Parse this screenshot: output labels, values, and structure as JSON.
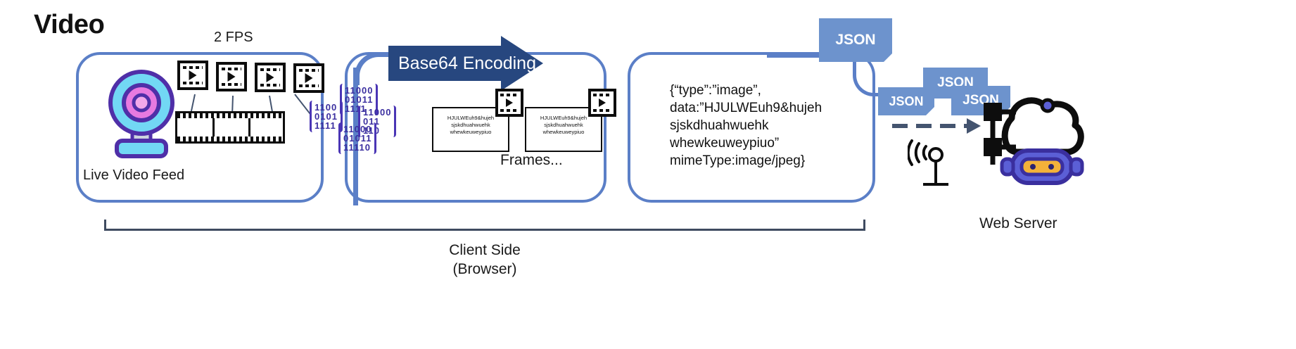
{
  "title": "Video",
  "capture": {
    "fps_label": "2 FPS",
    "feed_caption": "Live Video Feed",
    "webcam_icon": "webcam-icon",
    "thumbnails": [
      {
        "icon": "video-frame-icon"
      },
      {
        "icon": "video-frame-icon"
      },
      {
        "icon": "video-frame-icon"
      },
      {
        "icon": "video-frame-icon"
      }
    ],
    "filmstrip_icon": "filmstrip-icon"
  },
  "binary": {
    "clusters": [
      {
        "id": "bin-a",
        "lines": [
          "1100",
          "0101",
          "1111"
        ]
      },
      {
        "id": "bin-b",
        "lines": [
          "11000",
          "01011",
          "1111"
        ]
      },
      {
        "id": "bin-c",
        "lines": [
          "11000",
          "011",
          "110"
        ]
      },
      {
        "id": "bin-d",
        "lines": [
          "11000",
          "01011",
          "11110"
        ]
      }
    ]
  },
  "encoding": {
    "arrow_label": "Base64 Encoding",
    "frames_caption": "Frames...",
    "frame_text": "HJULWEuh9&hujeh\nsjskdhuahwuehk\nwhewkeuweypiuo",
    "frames": [
      {
        "text": "HJULWEuh9&hujeh\nsjskdhuahwuehk\nwhewkeuweypiuo"
      },
      {
        "text": "HJULWEuh9&hujeh\nsjskdhuahwuehk\nwhewkeuweypiuo"
      }
    ]
  },
  "payload": {
    "json_text": "{“type”:”image”,\ndata:”HJULWEuh9&hujeh\nsjskdhuahwuehk\nwhewkeuweypiuo”\nmimeType:image/jpeg}"
  },
  "transfer": {
    "tags": [
      "JSON",
      "JSON",
      "JSON",
      "JSON"
    ],
    "antenna_icon": "wifi-antenna-icon",
    "arrow_icon": "dashed-arrow-icon"
  },
  "server": {
    "caption": "Web Server",
    "icon": "robot-server-icon"
  },
  "bracket": {
    "caption": "Client Side\n(Browser)"
  },
  "colors": {
    "panel_border": "#5b7fc7",
    "arrow_navy": "#27477f",
    "json_blue": "#6d93cd",
    "binary_purple": "#3b2fa0",
    "binary_cell": "#8fd3f2",
    "bracket": "#3f4b60",
    "webcam_cyan": "#72d8f4",
    "webcam_purple": "#4f2fa8",
    "webcam_pink": "#e87ae0",
    "robot_blue": "#5b5fd6"
  }
}
